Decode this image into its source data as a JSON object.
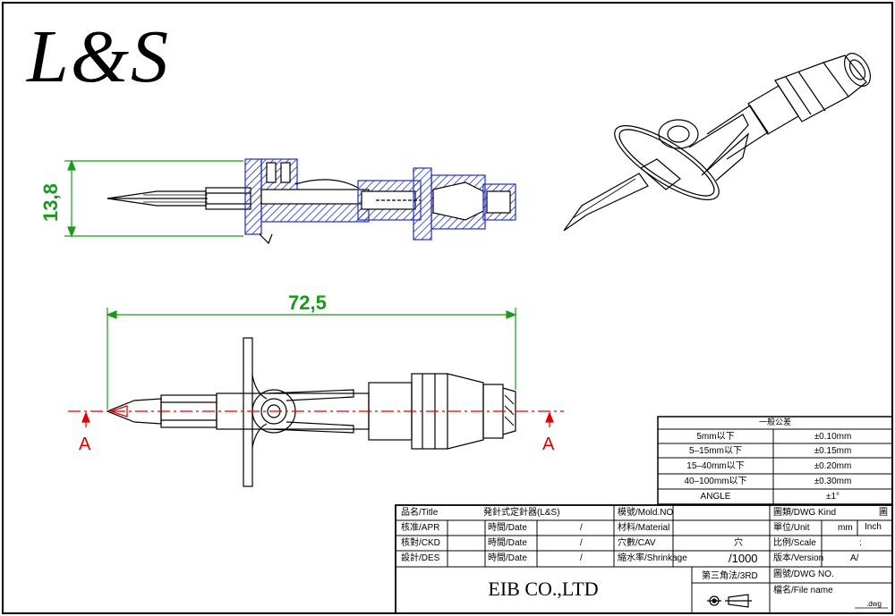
{
  "logo": "L&S",
  "dimensions": {
    "height": "13,8",
    "length": "72,5"
  },
  "section": {
    "left": "A",
    "right": "A"
  },
  "tolerance": {
    "header": "一般公差",
    "rows": [
      {
        "range": "5mm以下",
        "value": "±0.10mm"
      },
      {
        "range": "5–15mm以下",
        "value": "±0.15mm"
      },
      {
        "range": "15–40mm以下",
        "value": "±0.20mm"
      },
      {
        "range": "40–100mm以下",
        "value": "±0.30mm"
      },
      {
        "range": "ANGLE",
        "value": "±1°"
      }
    ]
  },
  "titleblock": {
    "title_label": "品名/Title",
    "title_value": "発針式定針器(L&S)",
    "apr_label": "核准/APR",
    "ckd_label": "核對/CKD",
    "des_label": "設計/DES",
    "date_label": "時間/Date",
    "slash": "/",
    "mold_label": "模號/Mold.NO",
    "material_label": "材料/Material",
    "cav_label": "穴數/CAV",
    "cav_value": "穴",
    "shrink_label": "縮水率/Shrinkage",
    "shrink_value": "/1000",
    "kind_label": "圖類/DWG Kind",
    "kind_value": "圖",
    "unit_label": "單位/Unit",
    "unit_mm": "mm",
    "unit_inch": "Inch",
    "scale_label": "比例/Scale",
    "scale_value": ":",
    "version_label": "版本/Version",
    "version_value": "A/",
    "dwgno_label": "圖號/DWG NO.",
    "angle_label": "第三角法/3RD",
    "file_label": "檔名/File name",
    "file_ext": ".dwg",
    "company": "EIB CO.,LTD"
  }
}
